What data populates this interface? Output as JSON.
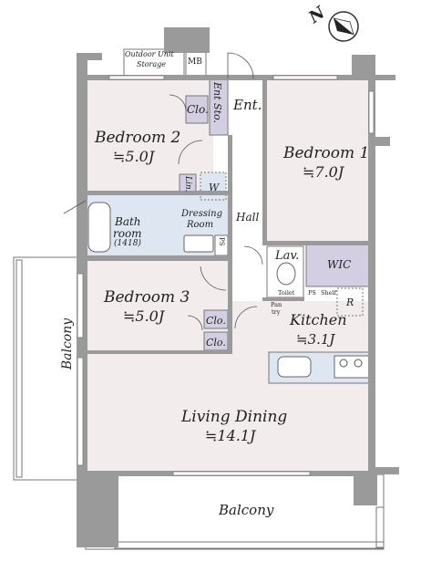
{
  "rooms": {
    "bedroom1": {
      "name": "Bedroom 1",
      "area": "≒7.0J"
    },
    "bedroom2": {
      "name": "Bedroom 2",
      "area": "≒5.0J"
    },
    "bedroom3": {
      "name": "Bedroom 3",
      "area": "≒5.0J"
    },
    "kitchen": {
      "name": "Kitchen",
      "area": "≒3.1J"
    },
    "living": {
      "name": "Living Dining",
      "area": "≒14.1J"
    }
  },
  "labels": {
    "ent": "Ent.",
    "ent_sto": "Ent Sto.",
    "hall": "Hall",
    "bath": "Bath",
    "bath2": "room",
    "bath_size": "(1418)",
    "dressing": "Dressing",
    "dressing2": "Room",
    "lav": "Lav.",
    "wic": "WIC",
    "clo": "Clo.",
    "lin": "Lin.",
    "w": "W",
    "ps": "PS",
    "r": "R",
    "mb": "MB",
    "outdoor": "Outdoor Unit",
    "storage": "Storage",
    "balcony": "Balcony",
    "shelf": "Shelf",
    "pan": "Pan",
    "try": "try",
    "toilet": "Toilet",
    "ps_small": "PS"
  },
  "compass": {
    "letter": "N"
  },
  "colors": {
    "room_fill": "#f2ecec",
    "purple": "#d4cee2",
    "blue": "#dde6f1",
    "wall": "#9a9a9a"
  }
}
